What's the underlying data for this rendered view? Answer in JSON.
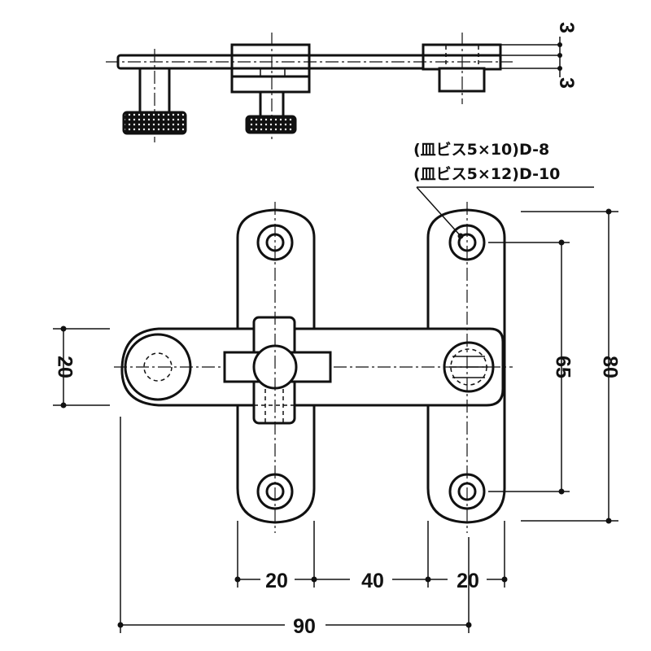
{
  "dimensions": {
    "top_thickness_a": "3",
    "top_thickness_b": "3",
    "bar_height": "20",
    "span_left": "20",
    "span_middle": "40",
    "span_right": "20",
    "overall_width": "90",
    "hole_pitch": "65",
    "plate_height": "80"
  },
  "screw_note": {
    "line1": "(皿ビス5×10)D-8",
    "line2": "(皿ビス5×12)D-10"
  }
}
